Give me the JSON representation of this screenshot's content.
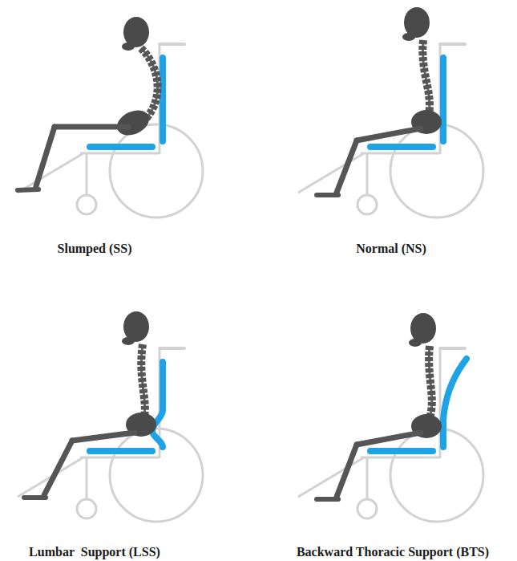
{
  "diagram": {
    "labels": [
      "Slumped (SS)",
      "Normal (NS)",
      "Lumbar  Support (LSS)",
      "Backward Thoracic Support (BTS)"
    ]
  }
}
